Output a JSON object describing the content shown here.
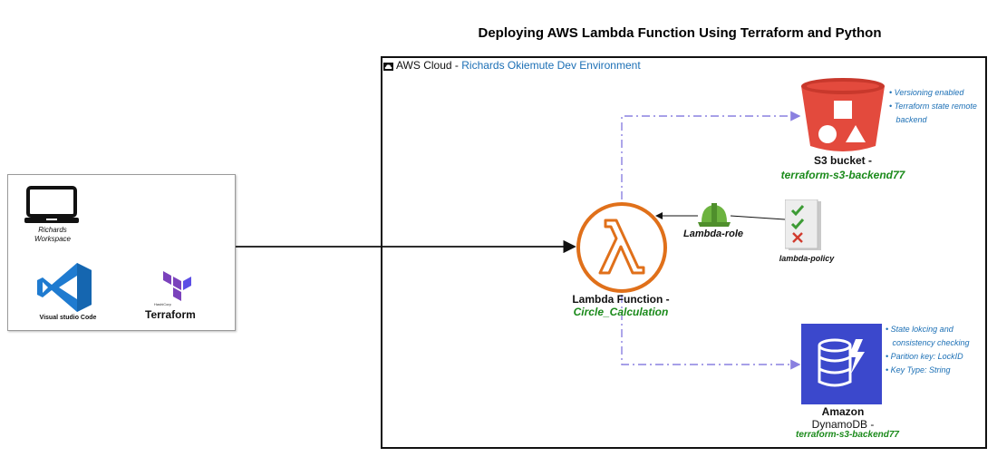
{
  "title": "Deploying AWS Lambda Function Using Terraform and Python",
  "cloud": {
    "label": "AWS Cloud - ",
    "environment": "Richards Okiemute Dev Environment"
  },
  "workspace": {
    "label_line1": "Richards",
    "label_line2": "Workspace",
    "vscode_label": "Visual studio Code",
    "terraform_small": "HashiCorp",
    "terraform_label": "Terraform"
  },
  "s3": {
    "name": "S3 bucket -",
    "bucket": "terraform-s3-backend77",
    "bullets": [
      "• Versioning enabled",
      "• Terraform state remote",
      "   backend"
    ]
  },
  "lambda": {
    "name": "Lambda Function -",
    "function": "Circle_Calculation"
  },
  "role": {
    "label": "Lambda-role"
  },
  "policy": {
    "label": "lambda-policy"
  },
  "dynamodb": {
    "name_line1": "Amazon",
    "name_line2": "DynamoDB -",
    "table": "terraform-s3-backend77",
    "bullets": [
      "• State lokcing and",
      "   consistency checking",
      "• Parition key: LockID",
      "• Key Type: String"
    ]
  },
  "colors": {
    "s3_red": "#e34a3d",
    "lambda_orange": "#e0701a",
    "dynamo_blue": "#3b48cc",
    "vscode_blue": "#1f7bd0",
    "terraform_purple": "#7b42bc",
    "dashed_connector": "#8a80e0",
    "accent_blue": "#1b6fb5",
    "green_text": "#1a8a1a"
  }
}
